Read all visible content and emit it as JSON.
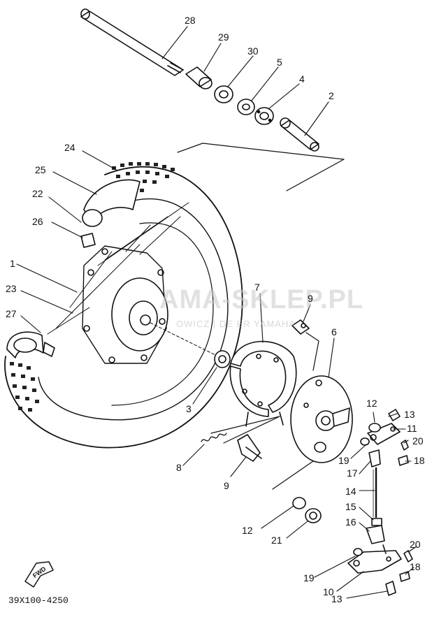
{
  "diagram": {
    "catalog_code": "39X100-4250",
    "fwd_label": "FWD",
    "watermark": {
      "main": "AMA-SKLEP.PL",
      "sub": "OWICZ | DE   ER YAMAHA",
      "color": "#e8a0a0"
    },
    "callouts": [
      {
        "id": "c28",
        "text": "28"
      },
      {
        "id": "c29",
        "text": "29"
      },
      {
        "id": "c30",
        "text": "30"
      },
      {
        "id": "c5",
        "text": "5"
      },
      {
        "id": "c4",
        "text": "4"
      },
      {
        "id": "c2",
        "text": "2"
      },
      {
        "id": "c24",
        "text": "24"
      },
      {
        "id": "c25",
        "text": "25"
      },
      {
        "id": "c22",
        "text": "22"
      },
      {
        "id": "c26",
        "text": "26"
      },
      {
        "id": "c1",
        "text": "1"
      },
      {
        "id": "c23",
        "text": "23"
      },
      {
        "id": "c27",
        "text": "27"
      },
      {
        "id": "c7",
        "text": "7"
      },
      {
        "id": "c9a",
        "text": "9"
      },
      {
        "id": "c6",
        "text": "6"
      },
      {
        "id": "c3",
        "text": "3"
      },
      {
        "id": "c8",
        "text": "8"
      },
      {
        "id": "c9b",
        "text": "9"
      },
      {
        "id": "c12a",
        "text": "12"
      },
      {
        "id": "c13a",
        "text": "13"
      },
      {
        "id": "c11",
        "text": "11"
      },
      {
        "id": "c20a",
        "text": "20"
      },
      {
        "id": "c19a",
        "text": "19"
      },
      {
        "id": "c17",
        "text": "17"
      },
      {
        "id": "c18a",
        "text": "18"
      },
      {
        "id": "c14",
        "text": "14"
      },
      {
        "id": "c15",
        "text": "15"
      },
      {
        "id": "c16",
        "text": "16"
      },
      {
        "id": "c12b",
        "text": "12"
      },
      {
        "id": "c21",
        "text": "21"
      },
      {
        "id": "c20b",
        "text": "20"
      },
      {
        "id": "c18b",
        "text": "18"
      },
      {
        "id": "c19b",
        "text": "19"
      },
      {
        "id": "c10",
        "text": "10"
      },
      {
        "id": "c13b",
        "text": "13"
      }
    ]
  }
}
